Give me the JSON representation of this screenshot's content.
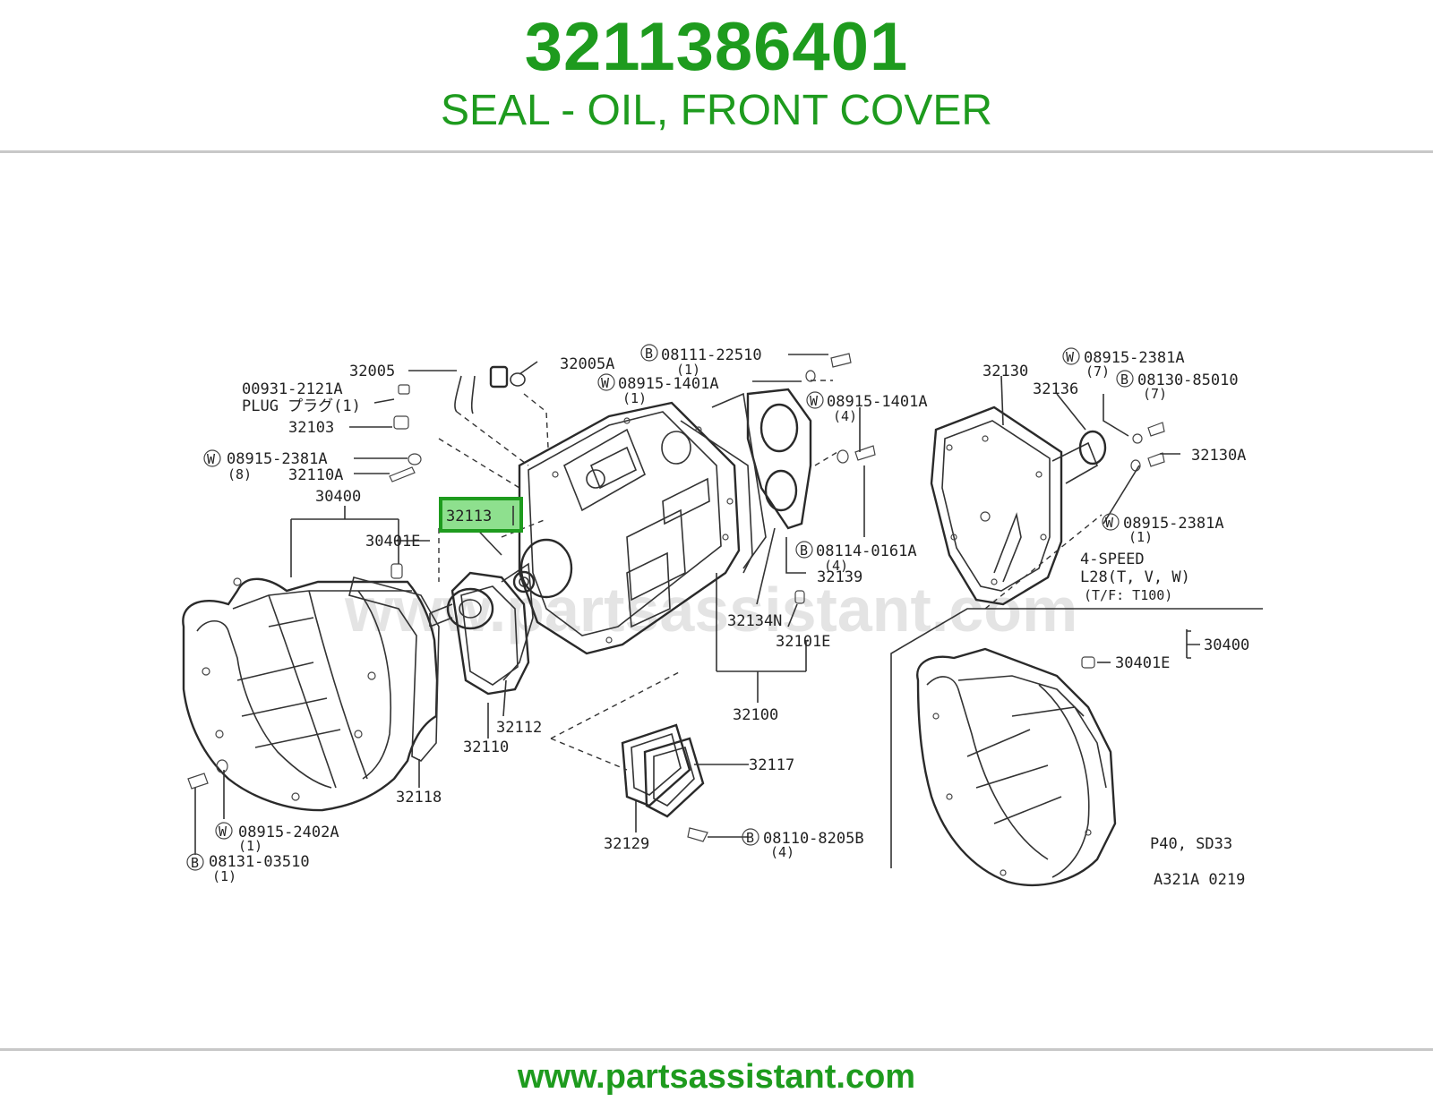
{
  "header": {
    "part_number": "3211386401",
    "description": "SEAL - OIL, FRONT COVER"
  },
  "footer": {
    "url": "www.partsassistant.com"
  },
  "diagram": {
    "watermark": "www.partsassistant.com",
    "highlight_color": "#1e9b1e",
    "highlighted_part": "32113",
    "labels": {
      "l32005": "32005",
      "l32005A": "32005A",
      "b08111": "08111-22510",
      "b08111q": "(1)",
      "w08915_1401_top": "08915-1401A",
      "w08915_1401_topq": "(1)",
      "w08915_1401_mid": "08915-1401A",
      "w08915_1401_midq": "(4)",
      "l00931": "00931-2121A",
      "plug": "PLUG プラグ(1)",
      "l32103": "32103",
      "w08915_2381_left": "08915-2381A",
      "w08915_2381_leftq": "(8)",
      "l32110A": "32110A",
      "l30400_left": "30400",
      "l30401E_left": "30401E",
      "l32113": "32113",
      "l32112": "32112",
      "l32110": "32110",
      "l32118": "32118",
      "w08915_2402": "08915-2402A",
      "w08915_2402q": "(1)",
      "b08131": "08131-03510",
      "b08131q": "(1)",
      "l32139": "32139",
      "b08114": "08114-0161A",
      "b08114q": "(4)",
      "l32134N": "32134N",
      "l32101E": "32101E",
      "l32100": "32100",
      "l32117": "32117",
      "l32129": "32129",
      "b08110": "08110-8205B",
      "b08110q": "(4)",
      "l32130": "32130",
      "l32136": "32136",
      "w08915_2381_tr": "08915-2381A",
      "w08915_2381_trq": "(7)",
      "b08130": "08130-85010",
      "b08130q": "(7)",
      "l32130A": "32130A",
      "w08915_2381_r": "08915-2381A",
      "w08915_2381_rq": "(1)",
      "speed": "4-SPEED",
      "l28": "L28(T, V, W)",
      "tf": "(T/F: T100)",
      "l30400_right": "30400",
      "l30401E_right": "30401E",
      "p40": "P40, SD33",
      "code": "A321A 0219",
      "sym_b": "B",
      "sym_w": "W"
    }
  }
}
